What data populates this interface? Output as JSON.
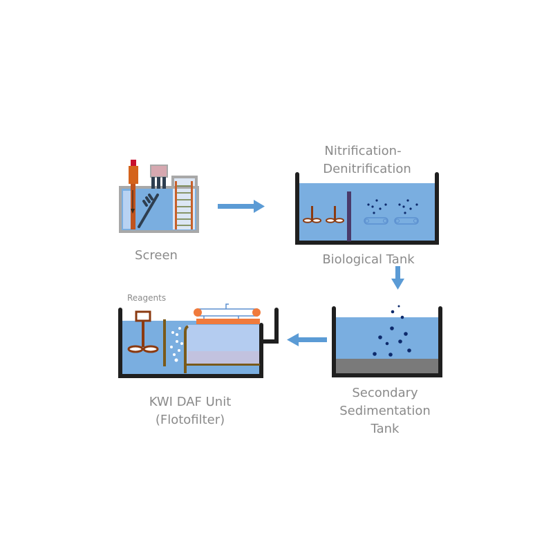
{
  "title": "Wastewater treatment process flow",
  "colors": {
    "water": "#7aaee0",
    "arrow": "#5b9bd5",
    "tank_wall": "#1f1f1f",
    "sludge": "#7a7a7a",
    "particle": "#0d2a6b",
    "mixer": "#8b3a10",
    "screen_frame": "#a8a8a8",
    "ladder": "#c8602a",
    "baffle": "#7a5a1a",
    "scraper": "#f07a3c",
    "label": "#8a8a8a"
  },
  "stages": [
    {
      "id": "screen",
      "label_lines": [
        "Screen"
      ]
    },
    {
      "id": "biological",
      "label_top_lines": [
        "Nitrification-",
        "Denitrification"
      ],
      "label_lines": [
        "Biological Tank"
      ]
    },
    {
      "id": "secondary",
      "label_lines": [
        "Secondary",
        "Sedimentation",
        "Tank"
      ]
    },
    {
      "id": "daf",
      "label_lines": [
        "KWI DAF Unit",
        "(Flotofilter)"
      ],
      "annotation": "Reagents"
    }
  ],
  "flow": [
    {
      "from": "screen",
      "to": "biological",
      "direction": "right"
    },
    {
      "from": "biological",
      "to": "secondary",
      "direction": "down"
    },
    {
      "from": "secondary",
      "to": "daf",
      "direction": "left"
    }
  ]
}
